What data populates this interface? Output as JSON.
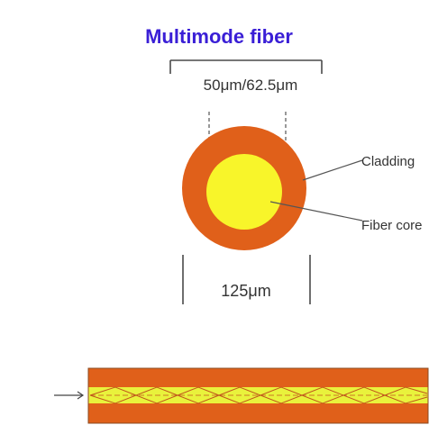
{
  "title": "Multimode fiber",
  "core_dimension": "50μm/62.5μm",
  "cladding_dimension": "125μm",
  "labels": {
    "cladding": "Cladding",
    "core": "Fiber core"
  },
  "colors": {
    "title": "#3a1fd6",
    "cladding": "#e0601a",
    "core": "#f8f52a",
    "core_strip": "#e9f23c",
    "lines": "#4a4a4a",
    "text": "#333333",
    "ray": "#c0541c"
  },
  "icons": {
    "input_arrow": "right-arrow-icon"
  }
}
